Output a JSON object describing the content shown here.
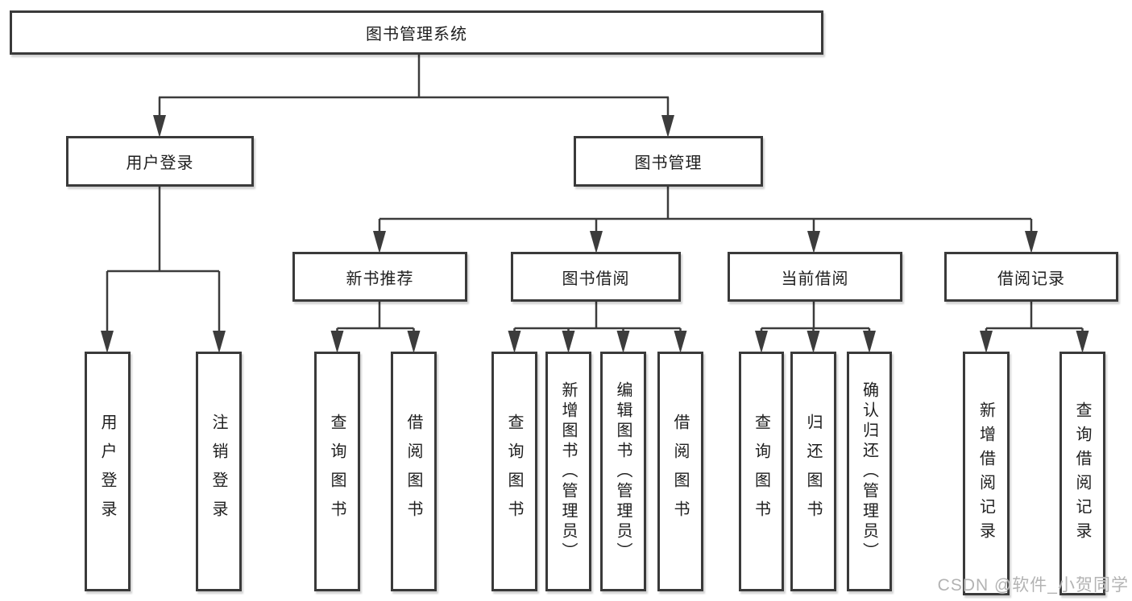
{
  "watermark": "CSDN @软件_小贺同学",
  "colors": {
    "line": "#3c3c3c",
    "border": "#3a3a3a",
    "text": "#1e1e1e",
    "watermark": "#b3b3b3",
    "background": "#ffffff"
  },
  "tree": {
    "root": {
      "label": "图书管理系统"
    },
    "branches": [
      {
        "label": "用户登录",
        "children": [
          {
            "label": "用户登录"
          },
          {
            "label": "注销登录"
          }
        ]
      },
      {
        "label": "图书管理",
        "children": [
          {
            "label": "新书推荐",
            "children": [
              {
                "label": "查询图书"
              },
              {
                "label": "借阅图书"
              }
            ]
          },
          {
            "label": "图书借阅",
            "children": [
              {
                "label": "查询图书"
              },
              {
                "label": "新增图书（管理员）"
              },
              {
                "label": "编辑图书（管理员）"
              },
              {
                "label": "借阅图书"
              }
            ]
          },
          {
            "label": "当前借阅",
            "children": [
              {
                "label": "查询图书"
              },
              {
                "label": "归还图书"
              },
              {
                "label": "确认归还（管理员）"
              }
            ]
          },
          {
            "label": "借阅记录",
            "children": [
              {
                "label": "新增借阅记录"
              },
              {
                "label": "查询借阅记录"
              }
            ]
          }
        ]
      }
    ]
  }
}
